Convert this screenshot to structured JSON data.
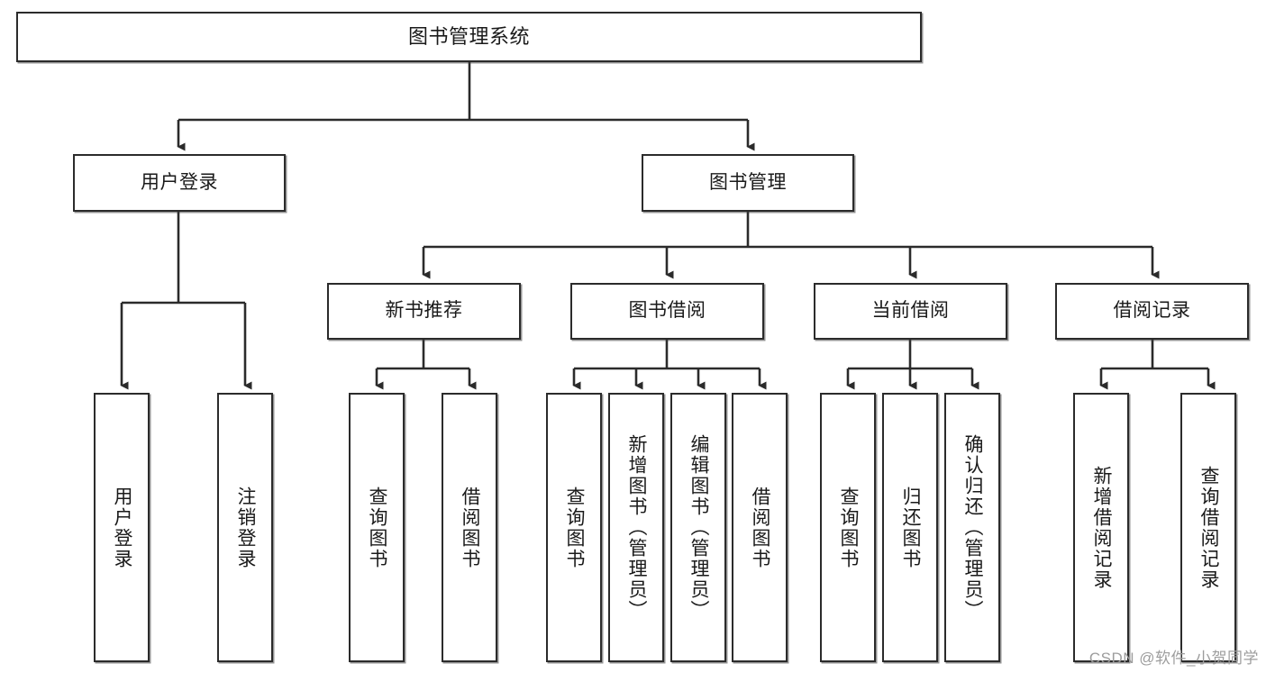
{
  "diagram": {
    "title": "图书管理系统",
    "watermark": "CSDN @软件_小贺同学",
    "colors": {
      "background": "#ffffff",
      "box_border": "#2b2b2b",
      "box_fill": "#ffffff",
      "connector": "#2b2b2b",
      "watermark": "#9d9d9d"
    },
    "levels": {
      "level1": [
        {
          "id": "root",
          "label": "图书管理系统"
        }
      ],
      "level2": [
        {
          "id": "user-login",
          "label": "用户登录"
        },
        {
          "id": "book-manage",
          "label": "图书管理"
        }
      ],
      "level3": [
        {
          "id": "new-book-rec",
          "label": "新书推荐",
          "parent": "book-manage"
        },
        {
          "id": "book-borrow",
          "label": "图书借阅",
          "parent": "book-manage"
        },
        {
          "id": "current-borrow",
          "label": "当前借阅",
          "parent": "book-manage"
        },
        {
          "id": "borrow-record",
          "label": "借阅记录",
          "parent": "book-manage"
        }
      ],
      "level4": [
        {
          "id": "leaf-user-login",
          "label": "用户登录",
          "parent": "user-login"
        },
        {
          "id": "leaf-logout",
          "label": "注销登录",
          "parent": "user-login"
        },
        {
          "id": "leaf-query-book-1",
          "label": "查询图书",
          "parent": "new-book-rec"
        },
        {
          "id": "leaf-borrow-book-1",
          "label": "借阅图书",
          "parent": "new-book-rec"
        },
        {
          "id": "leaf-query-book-2",
          "label": "查询图书",
          "parent": "book-borrow"
        },
        {
          "id": "leaf-add-book",
          "label": "新增图书（管理员）",
          "parent": "book-borrow"
        },
        {
          "id": "leaf-edit-book",
          "label": "编辑图书（管理员）",
          "parent": "book-borrow"
        },
        {
          "id": "leaf-borrow-book-2",
          "label": "借阅图书",
          "parent": "book-borrow"
        },
        {
          "id": "leaf-query-book-3",
          "label": "查询图书",
          "parent": "current-borrow"
        },
        {
          "id": "leaf-return-book",
          "label": "归还图书",
          "parent": "current-borrow"
        },
        {
          "id": "leaf-confirm-return",
          "label": "确认归还（管理员）",
          "parent": "current-borrow"
        },
        {
          "id": "leaf-add-record",
          "label": "新增借阅记录",
          "parent": "borrow-record"
        },
        {
          "id": "leaf-query-record",
          "label": "查询借阅记录",
          "parent": "borrow-record"
        }
      ]
    }
  }
}
